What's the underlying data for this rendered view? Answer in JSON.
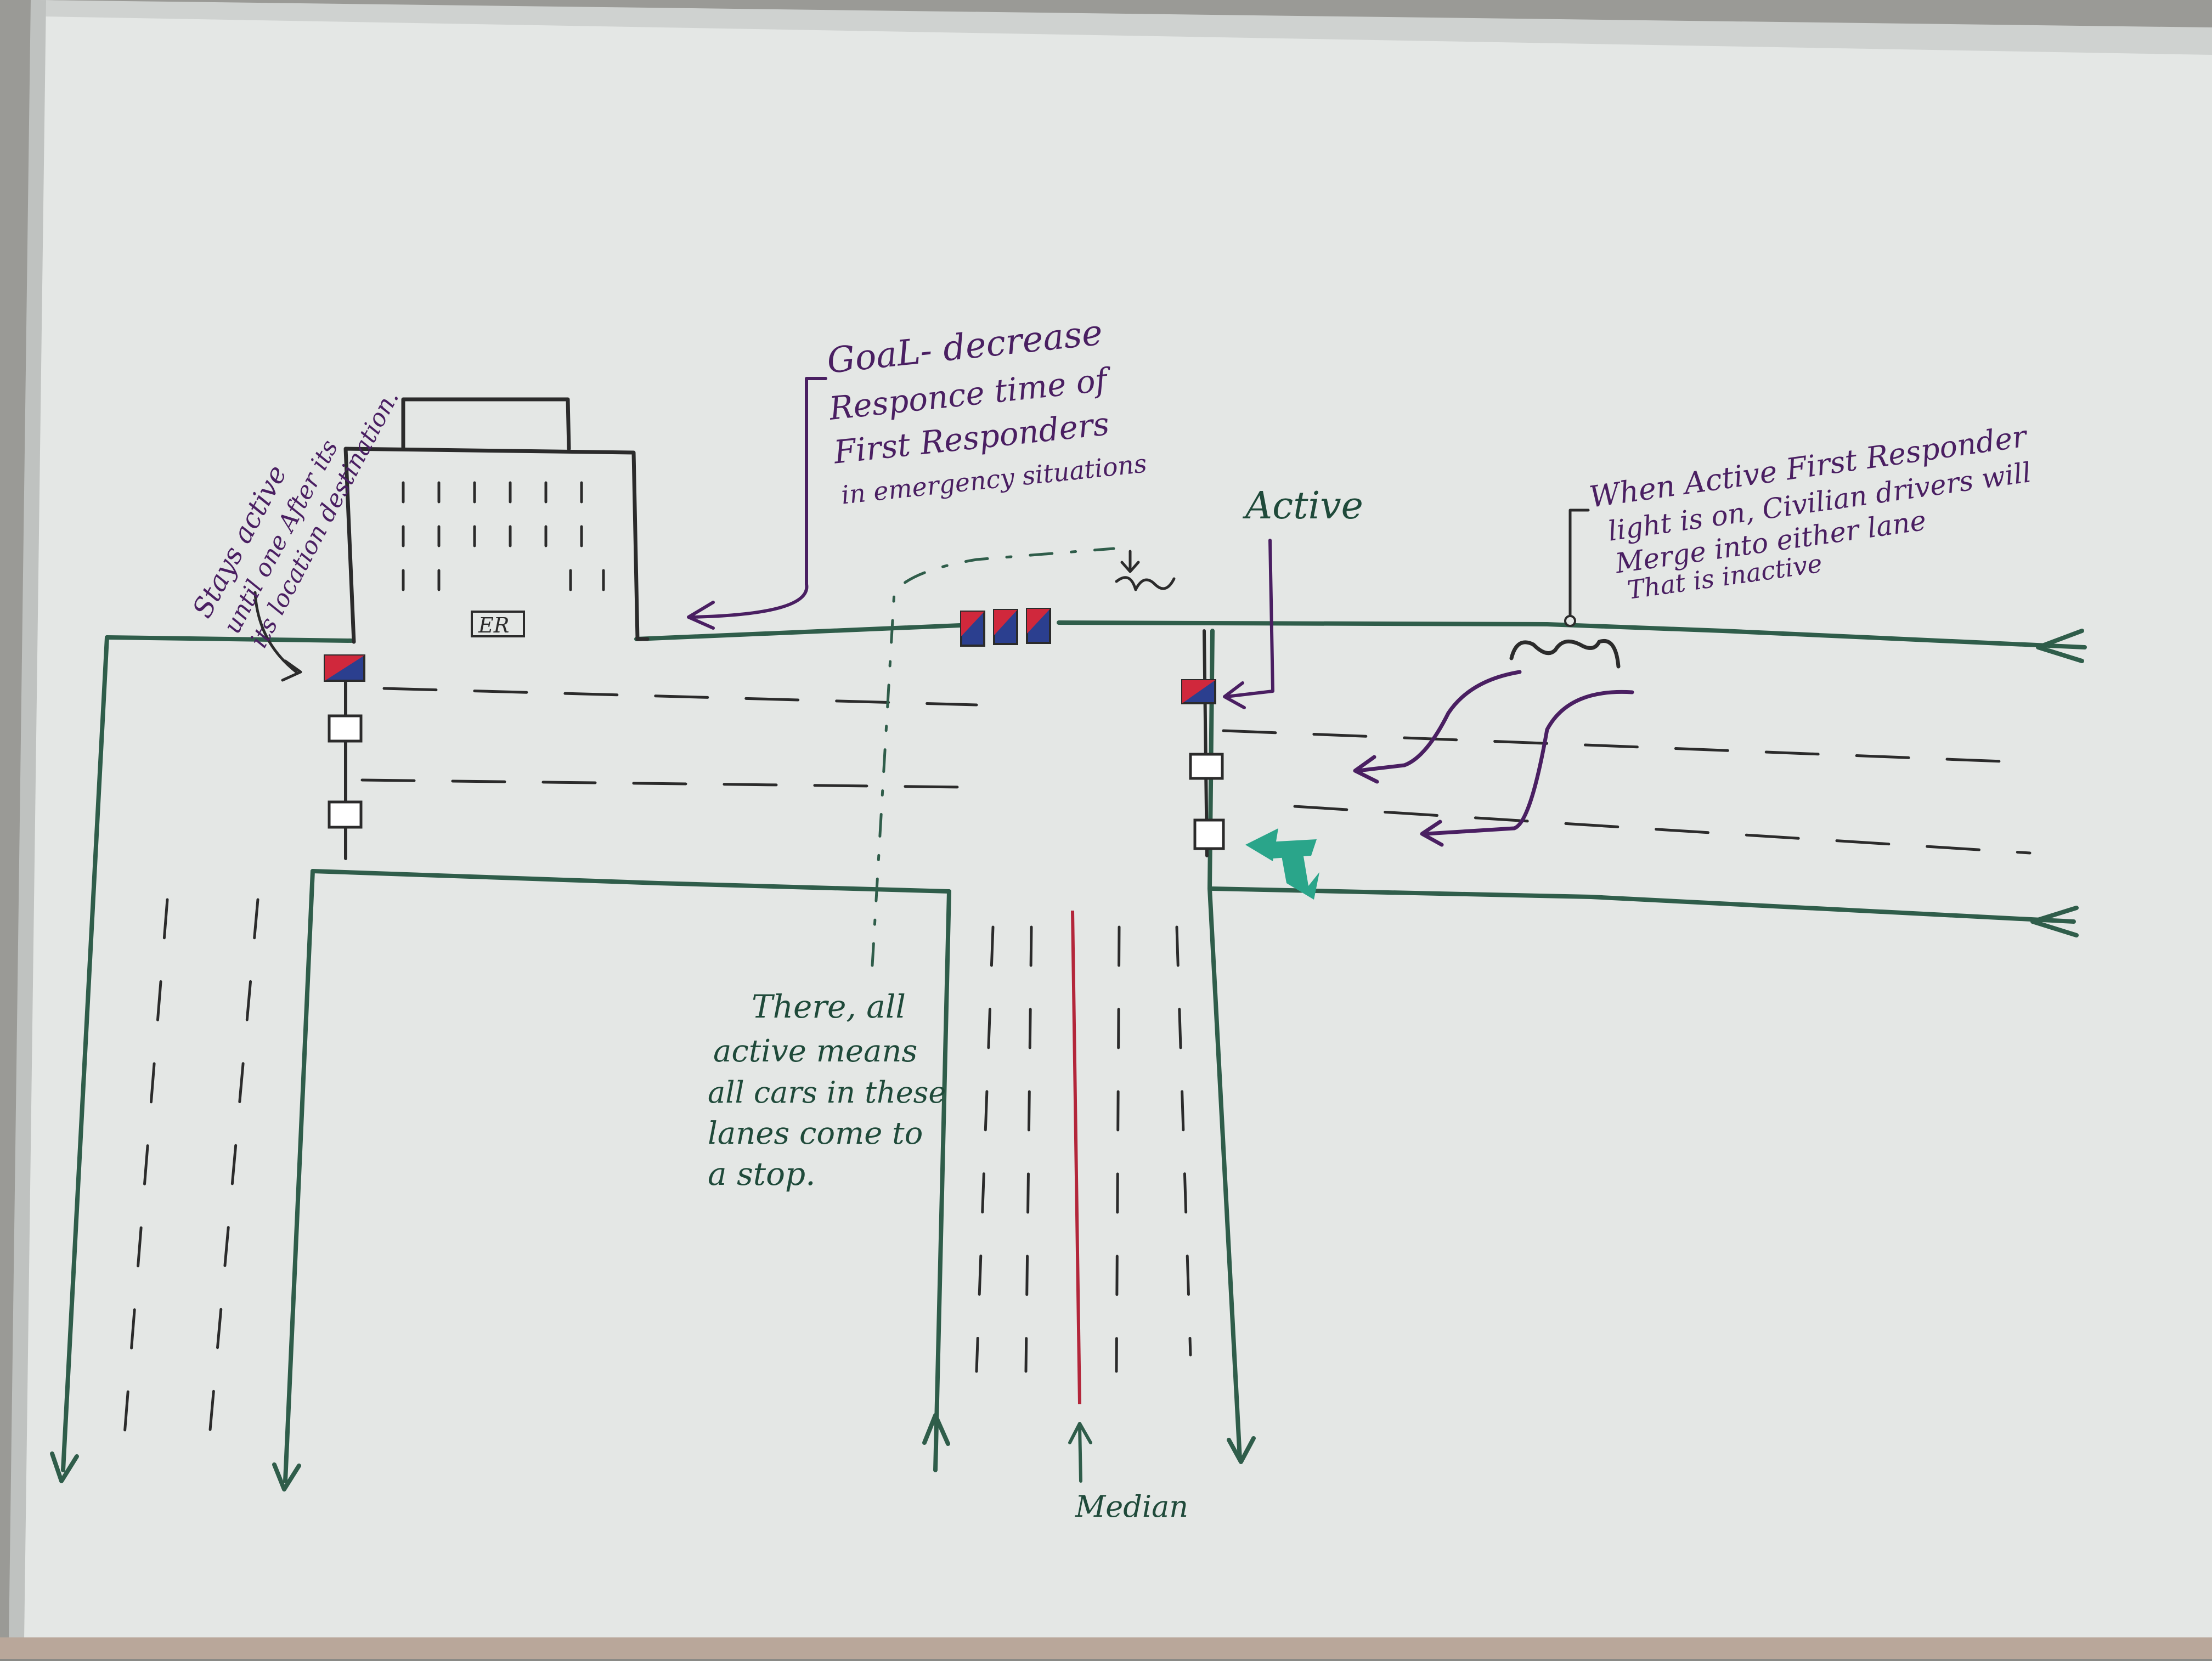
{
  "board": {
    "colors": {
      "board": "#e4e7e5",
      "frame": "#c9ccca",
      "green_marker": "#2f5d4a",
      "purple_marker": "#4a1f62",
      "red_marker": "#b3263a",
      "black_marker": "#2b2b2b",
      "teal_arrow": "#2aa58a",
      "light_blue": "#2b3f8f",
      "light_red": "#d0283c"
    }
  },
  "annotations": {
    "goal": {
      "line1": "GoaL- decrease",
      "line2": "Responce time of",
      "line3": "First Responders",
      "line4": "in emergency situations"
    },
    "stays_active": {
      "line1": "Stays active",
      "line2": "until one After its",
      "line3": "its location destination."
    },
    "active_label": "Active",
    "civilian": {
      "line1": "When Active First Responder",
      "line2": "light is on, Civilian drivers will",
      "line3": "Merge into either lane",
      "line4": "That is inactive"
    },
    "stop_note": {
      "line1": "There, all",
      "line2": "active means",
      "line3": "all cars in these",
      "line4": "lanes come to",
      "line5": "a stop."
    },
    "median_label": "Median",
    "building_sign": "ER"
  }
}
